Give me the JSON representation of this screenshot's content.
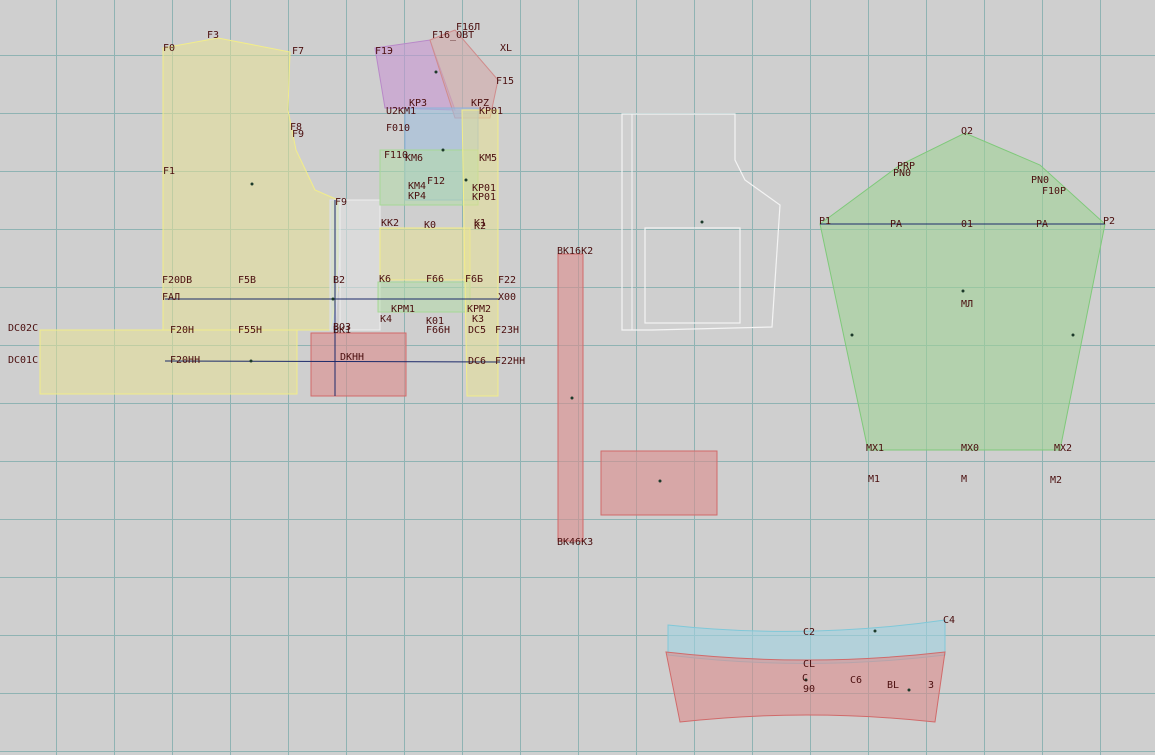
{
  "app": {
    "name": "pattern-cad-canvas"
  },
  "labels": {
    "bodice_back": [
      "F0",
      "F3",
      "F7",
      "F8",
      "F9",
      "F9",
      "F1",
      "F20DB",
      "F5B",
      "FAЛ",
      "F20H",
      "F55H",
      "F20HH",
      "DC02C",
      "DC01C",
      "B2",
      "BOЗ",
      "BK1",
      "DKHH"
    ],
    "front_top": [
      "F16Л",
      "F16_OBT",
      "XL",
      "F15",
      "F1Э",
      "KP3",
      "KPZ",
      "U2KM1",
      "KP01",
      "F010",
      "F110",
      "KM6",
      "KM5",
      "F12",
      "KM4",
      "KP4",
      "KP01",
      "KP01",
      "KK2",
      "K0",
      "K1",
      "K2"
    ],
    "front_mid": [
      "K6",
      "F66",
      "F6Б",
      "F22",
      "X00",
      "KPM1",
      "KPM2",
      "K01",
      "K4",
      "K3",
      "F66H",
      "DC5",
      "F23H",
      "DC6",
      "F22HH"
    ],
    "sleeve": [
      "Q2",
      "PRP",
      "PN0",
      "PN0",
      "F10P",
      "P1",
      "PA",
      "01",
      "PA",
      "P2",
      "MЛ",
      "MX1",
      "MX0",
      "MX2",
      "M1",
      "M",
      "M2"
    ],
    "strip": [
      "BK16K2",
      "BK46K3"
    ],
    "collar": [
      "C2",
      "C4",
      "CL",
      "C",
      "C6",
      "BL",
      "3",
      "90"
    ]
  }
}
